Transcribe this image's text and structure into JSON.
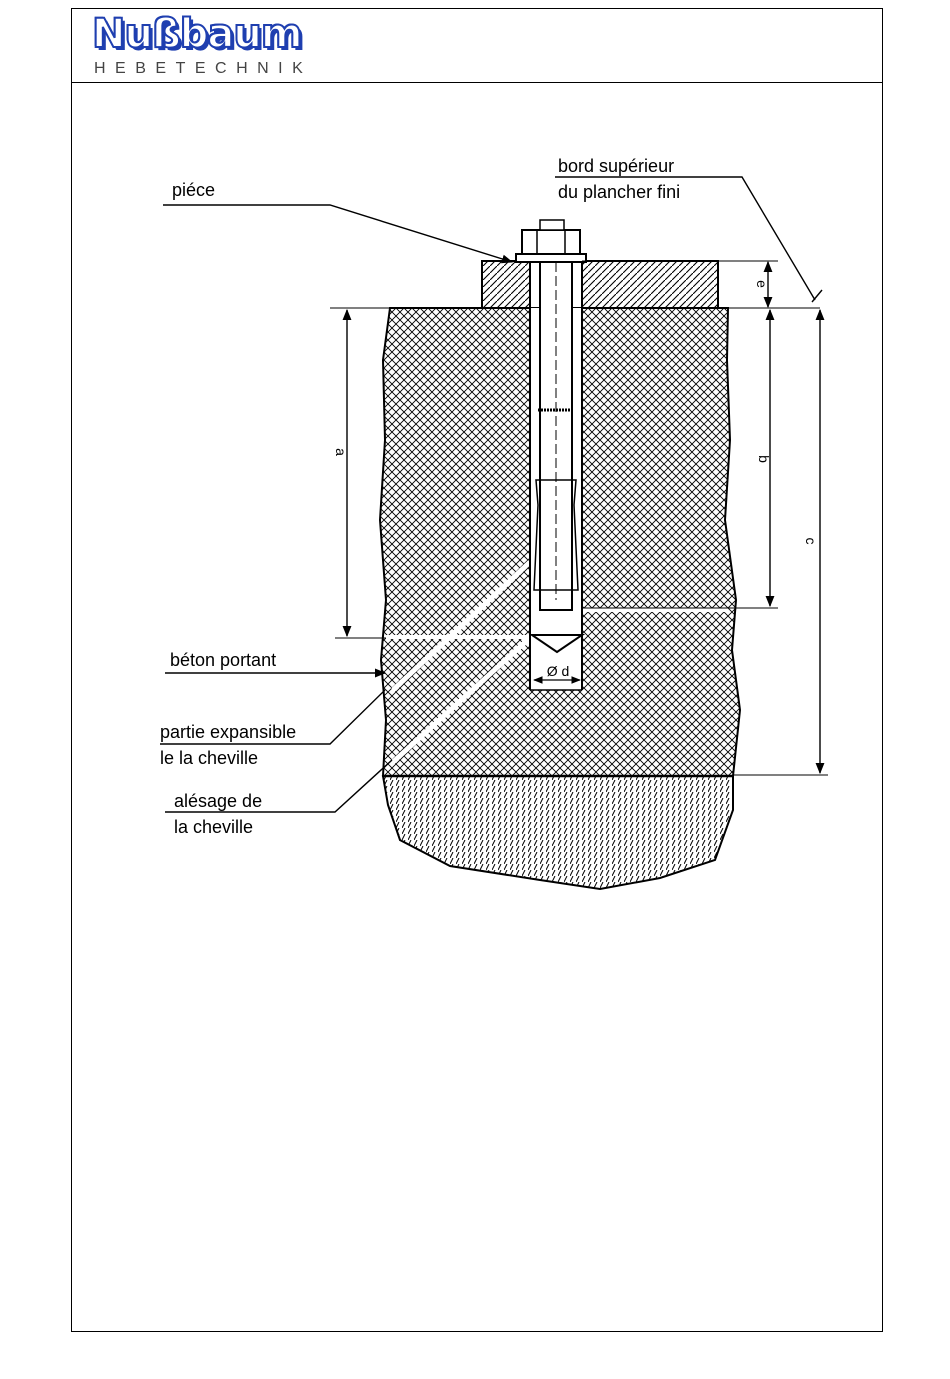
{
  "header": {
    "logo_text": "Nußbaum",
    "logo_subtitle": "HEBETECHNIK"
  },
  "labels": {
    "piece": "piéce",
    "edge_line1": "bord supérieur",
    "edge_line2": "du plancher fini",
    "concrete": "béton portant",
    "expansion_line1": "partie expansible",
    "expansion_line2": "le la cheville",
    "bore_line1": "alésage de",
    "bore_line2": "la cheville"
  },
  "dimensions": {
    "a": "a",
    "b": "b",
    "c": "c",
    "e": "e",
    "diameter": "Ø d"
  },
  "colors": {
    "logo_blue": "#1f3fb0"
  }
}
